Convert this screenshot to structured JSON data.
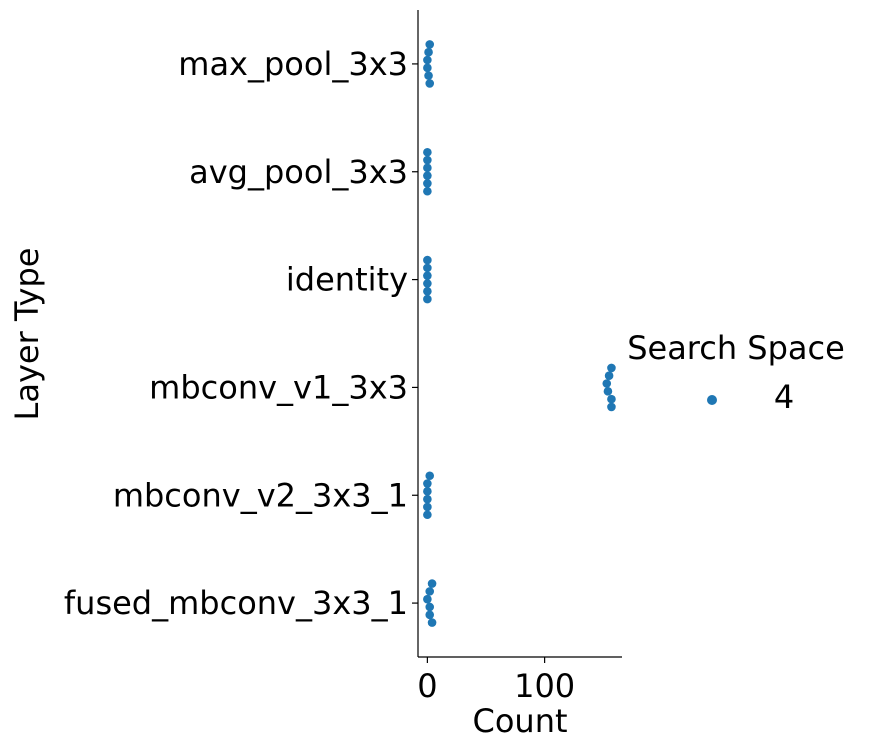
{
  "chart_data": {
    "type": "scatter",
    "subtype": "swarm",
    "orientation": "horizontal",
    "xlabel": "Count",
    "ylabel": "Layer Type",
    "xlim": [
      -8,
      166
    ],
    "xticks": [
      0,
      100
    ],
    "categories": [
      "max_pool_3x3",
      "avg_pool_3x3",
      "identity",
      "mbconv_v1_3x3",
      "mbconv_v2_3x3_1",
      "fused_mbconv_3x3_1"
    ],
    "legend": {
      "title": "Search Space",
      "entries": [
        "4"
      ],
      "placement": "right"
    },
    "colors": {
      "series": "#1f77b4",
      "axis": "#000000"
    },
    "grid": false,
    "series": [
      {
        "name": "4",
        "points": {
          "max_pool_3x3": [
            2,
            1,
            0,
            0,
            1,
            2
          ],
          "avg_pool_3x3": [
            0,
            0,
            0,
            0,
            0,
            0
          ],
          "identity": [
            0,
            0,
            0,
            0,
            0,
            0
          ],
          "mbconv_v1_3x3": [
            157,
            155,
            153,
            154,
            157,
            157
          ],
          "mbconv_v2_3x3_1": [
            2,
            0,
            0,
            0,
            0,
            0
          ],
          "fused_mbconv_3x3_1": [
            4,
            2,
            0,
            2,
            2,
            4
          ]
        }
      }
    ]
  }
}
